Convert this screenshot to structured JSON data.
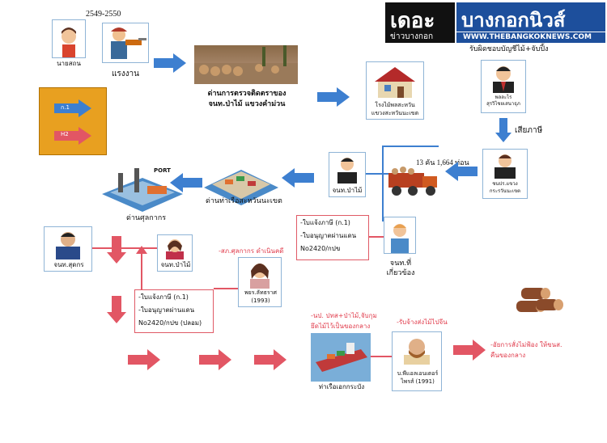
{
  "logo": {
    "brand_left": "เดอะ",
    "brand_left_sub": "ข่าวบางกอก",
    "brand_right": "บางกอกนิวส์",
    "url": "WWW.THEBANGKOKNEWS.COM"
  },
  "years": "2549-2550",
  "people": {
    "boss": "นายสถน",
    "worker": "แรงงาน",
    "approver": "รับผิดชอบบัญชีไม้+จับปิ้ง",
    "approver_card": "พลละไร\nสุรวิไชยเสนาธุภ",
    "producer_card": "ชนปร.แขวง\nกระรวันนะเขต",
    "officer_mid": "จนท.ป่าไม้",
    "officer_related": "จนท.ที่\nเกี่ยวข้อง",
    "officer_left": "จนท.สุดกร",
    "officer_forest": "จนท.ป่าไม้",
    "businesswoman": "พยร.ลัทธราศ\n(1993)",
    "company": "บ.พีแอลเอนเตอร์\nไพรส์ (1991)"
  },
  "texts": {
    "checkpoint": "ด่านการตรวจติดตราของ\nจนท.ป่าไม้ แขวงคำม่วน",
    "sawmill": "โรงไม้พลสะหวัน\nแขวงสะหวันนะเขต",
    "tax": "เสียภาษี",
    "logs_count": "13 คัน 1,664 ท่อน",
    "port_label": "ด่านท่าเรือสะหวันนะเขต",
    "customs_label": "ด่านศุลกากร",
    "port_sign": "PORT",
    "docs_mid": [
      "-ใบแจ้งภาษี (ก.1)",
      "-ใบอนุญาตผ่านแดน",
      "No2420/กปข"
    ],
    "docs_lower": [
      "-ใบแจ้งภาษี (ก.1)",
      "-ใบอนุญาตผ่านแดน",
      "No2420/กปข (ปลอม)"
    ],
    "customs_note": "-สภ.ศุลกากร ดำเนินคดี",
    "navy_note": "-นป. ปทส+ป่าไม้,จับกุม\nยึดไม้ไว้เป็นของกลาง",
    "buyer_note": "-รับจ้างส่งไม้ไปจีน",
    "court_note": "-อัยการสั่งไม่ฟ้อง ให้ขนส.\nคืนของกลาง",
    "ship_label": "ท่าเรือเอกกระบัง",
    "legend_a": "ก.1",
    "legend_b": "H2"
  },
  "colors": {
    "flow_arrow": "#3d7fd0",
    "red_flow": "#e25664",
    "note_text": "#e03a4a",
    "legend_bg": "#e8a020"
  }
}
